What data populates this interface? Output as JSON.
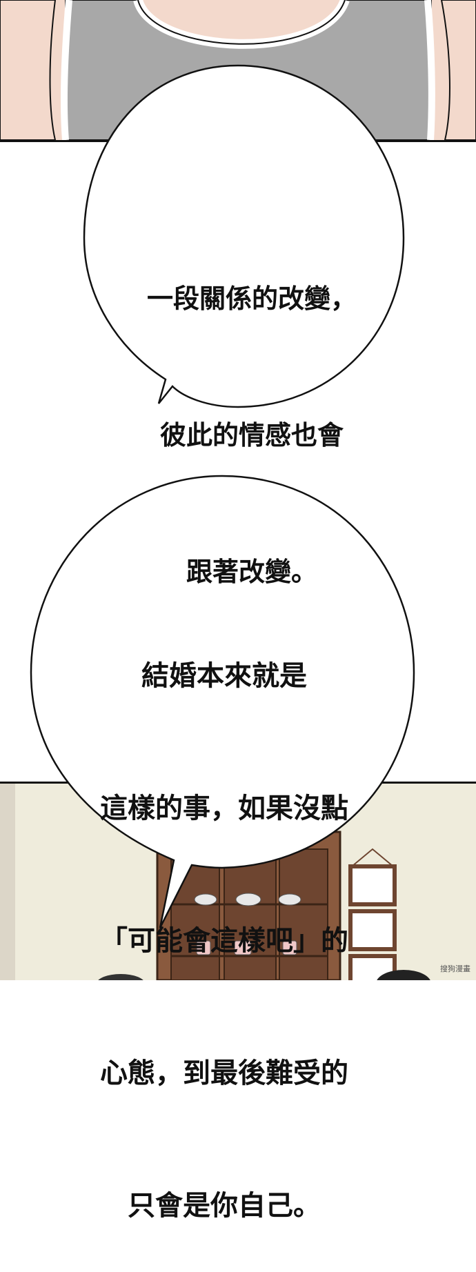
{
  "bubbles": {
    "first": {
      "lines": [
        "一段關係的改變，",
        "彼此的情感也會",
        "跟著改變。"
      ]
    },
    "second": {
      "lines": [
        "結婚本來就是",
        "這樣的事，如果沒點",
        "「可能會這樣吧」的",
        "心態，到最後難受的",
        "只會是你自己。"
      ]
    }
  },
  "watermark": "搜狗漫畫",
  "colors": {
    "skin": "#f3d9cc",
    "tanktop": "#a9a9a9",
    "wall": "#efecdc",
    "cabinet": "#8a5a3e",
    "ink": "#111111"
  }
}
